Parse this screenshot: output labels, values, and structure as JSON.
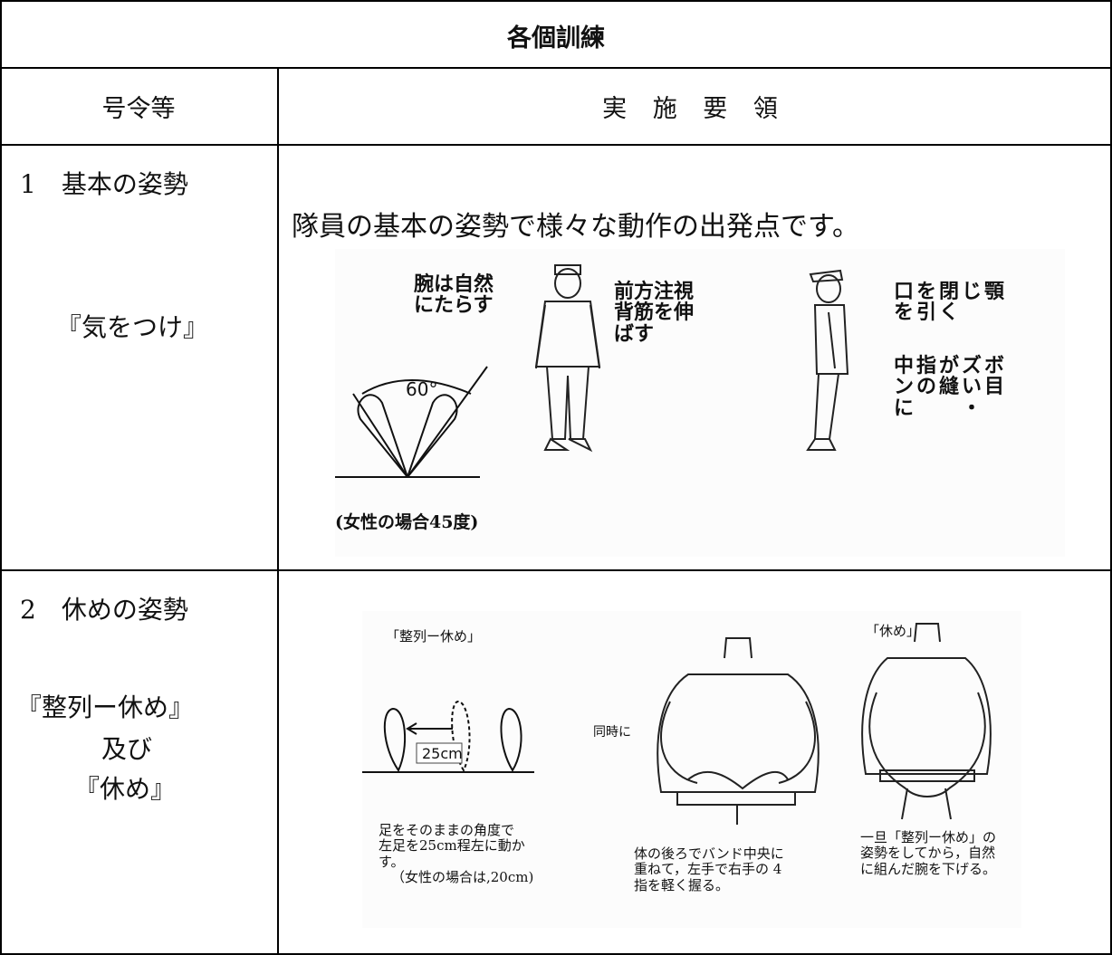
{
  "title": "各個訓練",
  "headers": {
    "command": "号令等",
    "procedure": "実 施 要 領"
  },
  "rows": [
    {
      "number_title": "1　基本の姿勢",
      "command": "『気をつけ』",
      "intro": "隊員の基本の姿勢で様々な動作の出発点です。",
      "figure": {
        "arms_note": [
          "腕は自然",
          "にたらす"
        ],
        "angle_label": "60°",
        "female_note": "(女性の場合45度)",
        "front_note": [
          "前方注視",
          "背筋を伸",
          "ばす"
        ],
        "mouth_note": [
          "口を閉じ顎",
          "を引く"
        ],
        "finger_note": [
          "中指がズボ",
          "ンの縫い目",
          "に　　・"
        ]
      }
    },
    {
      "number_title": "2　休めの姿勢",
      "command_lines": [
        "『整列ー休め』",
        "及び",
        "『休め』"
      ],
      "figure": {
        "left_label": "「整列ー休め」",
        "distance_label": "25cm",
        "left_caption": [
          "足をそのままの角度で",
          "左足を25cm程左に動か",
          "す。",
          "（女性の場合は,20cm)"
        ],
        "simultaneous_label": "同時に",
        "middle_caption": [
          "体の後ろでバンド中央に",
          "重ねて，左手で右手の 4",
          "指を軽く握る。"
        ],
        "right_label": "「休め」",
        "right_caption": [
          "一旦「整列ー休め」の",
          "姿勢をしてから，自然",
          "に組んだ腕を下げる。"
        ]
      }
    }
  ]
}
